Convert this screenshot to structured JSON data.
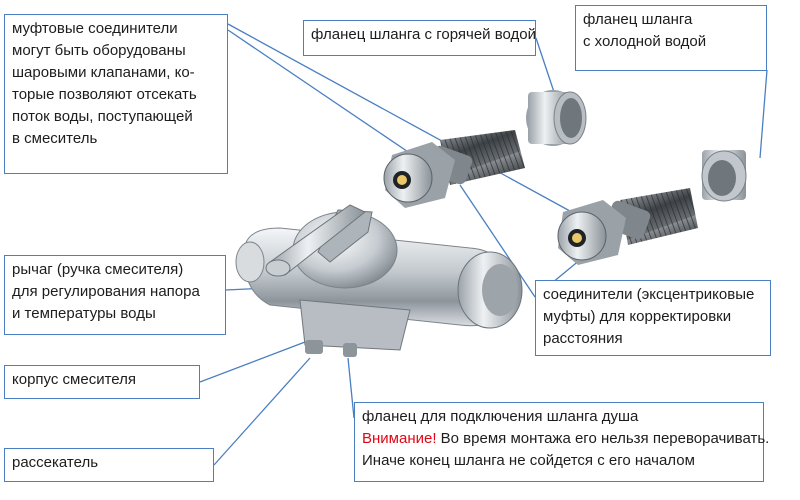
{
  "callouts": {
    "coupling": {
      "lines": [
        "муфтовые соединители",
        "могут быть оборудованы",
        "шаровыми клапанами, ко-",
        "торые позволяют отсекать",
        "поток воды, поступающей",
        "в смеситель"
      ]
    },
    "hot_flange": {
      "text": "фланец шланга с горячей водой"
    },
    "cold_flange": {
      "lines": [
        "фланец шланга",
        "с холодной водой"
      ]
    },
    "lever": {
      "lines": [
        "рычаг (ручка смесителя)",
        "для регулирования напора",
        "и температуры воды"
      ]
    },
    "body": {
      "text": "корпус смесителя"
    },
    "divider": {
      "text": "рассекатель"
    },
    "eccentric": {
      "lines": [
        "соединители (эксцентриковые",
        "муфты) для корректировки",
        "расстояния"
      ]
    },
    "shower": {
      "line1": "фланец для подключения шланга душа",
      "warning_label": "Внимание!",
      "warning_text": " Во время монтажа его нельзя переворачивать.",
      "line3": "Иначе конец шланга не сойдется с его началом"
    }
  },
  "colors": {
    "callout_border": "#4a7fc1",
    "leader_line": "#4a7fc1",
    "warning": "#e30613",
    "metal_light": "#e8ecef",
    "metal_mid": "#b9c0c6",
    "metal_dark": "#6d757c"
  }
}
